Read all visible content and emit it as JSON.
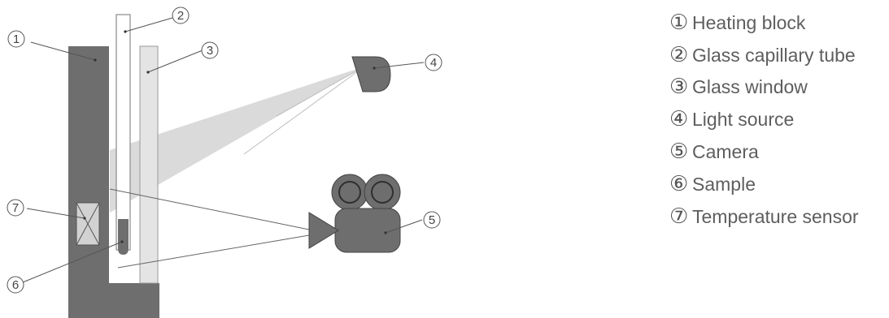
{
  "colors": {
    "block": "#6e6e6e",
    "window": "#e4e4e4",
    "light_cone": "#d6d6d6",
    "outline": "#9a9a9a",
    "leader": "#555555"
  },
  "callouts": [
    "1",
    "2",
    "3",
    "4",
    "5",
    "6",
    "7"
  ],
  "legend": [
    {
      "num": "①",
      "label": "Heating block"
    },
    {
      "num": "②",
      "label": "Glass capillary tube"
    },
    {
      "num": "③",
      "label": "Glass window"
    },
    {
      "num": "④",
      "label": "Light source"
    },
    {
      "num": "⑤",
      "label": "Camera"
    },
    {
      "num": "⑥",
      "label": "Sample"
    },
    {
      "num": "⑦",
      "label": "Temperature sensor"
    }
  ]
}
